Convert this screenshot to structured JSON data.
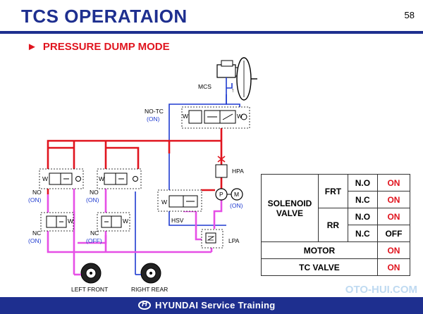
{
  "header": {
    "title": "TCS OPERATAION",
    "page_number": "58"
  },
  "subtitle": {
    "marker": "►",
    "text": "PRESSURE DUMP MODE"
  },
  "diagram": {
    "labels": {
      "mcs": "MCS",
      "no_tc": "NO-TC",
      "no_tc_state": "(ON)",
      "hpa": "HPA",
      "hsv": "HSV",
      "lpa": "LPA",
      "pump": "P",
      "motor": "M",
      "motor_state": "(ON)",
      "no_left": "NO",
      "no_left_state": "(ON)",
      "no_right": "NO",
      "no_right_state": "(ON)",
      "nc_left": "NC",
      "nc_left_state": "(ON)",
      "nc_right": "NC",
      "nc_right_state": "(OFF)",
      "valve_spring": "W",
      "left_front": "LEFT FRONT",
      "right_rear": "RIGHT REAR"
    },
    "colors": {
      "high_pressure": "#e0141e",
      "low_pressure": "#e64fe6",
      "control": "#1e3ad0"
    }
  },
  "status_table": {
    "solenoid_label": "SOLENOID VALVE",
    "frt_label": "FRT",
    "rr_label": "RR",
    "no_label": "N.O",
    "nc_label": "N.C",
    "frt_no": "ON",
    "frt_nc": "ON",
    "rr_no": "ON",
    "rr_nc": "OFF",
    "motor_label": "MOTOR",
    "motor_value": "ON",
    "tc_label": "TC VALVE",
    "tc_value": "ON"
  },
  "footer": {
    "brand": "HYUNDAI Service Training"
  },
  "watermark": "OTO-HUI.COM"
}
